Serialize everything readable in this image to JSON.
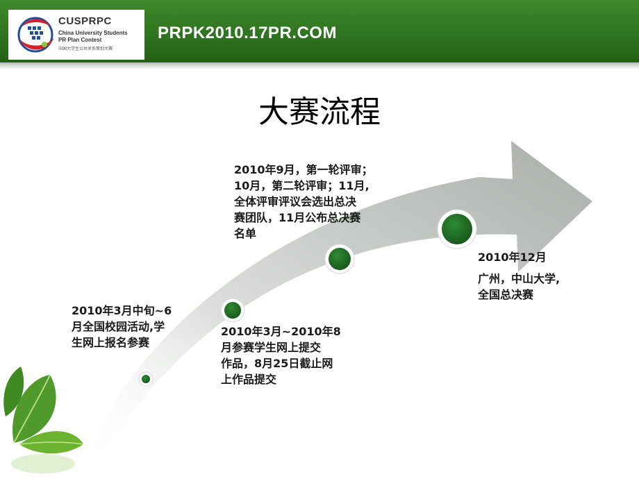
{
  "header": {
    "logo": {
      "title": "CUSPRPC",
      "subtitle_line1": "China University Students",
      "subtitle_line2": "PR Plan Contest",
      "chinese": "中国大学生公共关系策划大赛"
    },
    "site_url": "PRPK2010.17PR.COM"
  },
  "title": "大赛流程",
  "timeline": [
    {
      "lines": [
        "2010年3月中旬~6",
        "月全国校园活动,学",
        "生网上报名参赛"
      ]
    },
    {
      "lines": [
        "2010年3月~2010年8",
        "月参赛学生网上提交",
        "作品，8月25日截止网",
        "上作品提交"
      ]
    },
    {
      "lines": [
        "2010年9月，第一轮评审；",
        "10月，第二轮评审；11月,",
        "全体评审评议会选出总决",
        "赛团队，11月公布总决赛",
        "名单"
      ]
    },
    {
      "lines": [
        "2010年12月",
        "广州，中山大学,",
        "全国总决赛"
      ]
    }
  ],
  "colors": {
    "header_green": "#2f7420",
    "node_green": "#1f6a24",
    "arrow_gray": "#b8bcb8"
  },
  "icons": [
    "cusprpc-emblem-icon",
    "leaf-icon"
  ]
}
